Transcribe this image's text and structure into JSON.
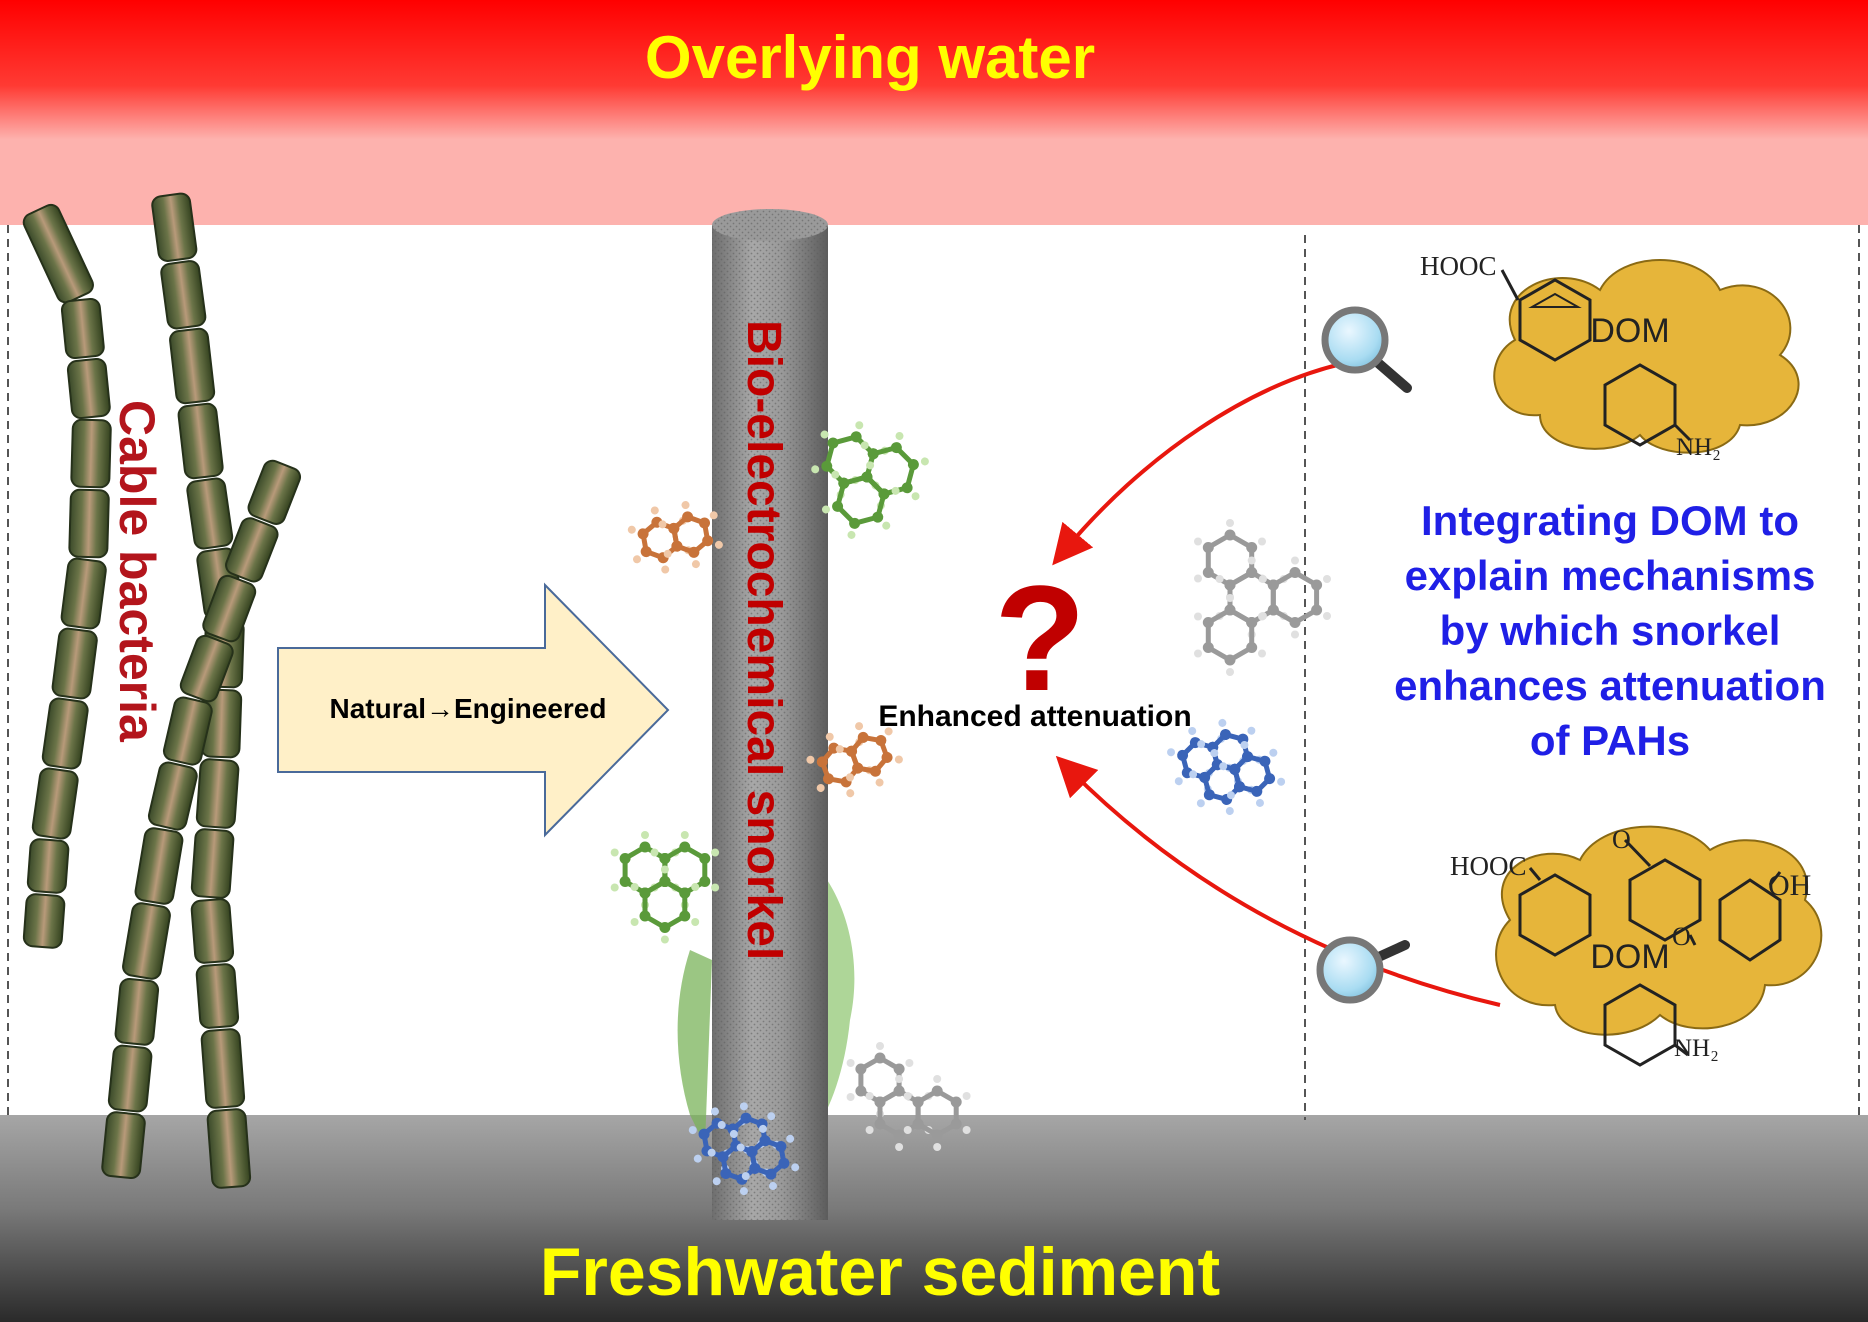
{
  "zones": {
    "top": "Overlying water",
    "bottom": "Freshwater sediment"
  },
  "labels": {
    "cable_bacteria": "Cable bacteria",
    "snorkel": "Bio-electrochemical snorkel",
    "transition": "Natural→Engineered",
    "question": "?",
    "attenuation": "Enhanced attenuation"
  },
  "dom_top": {
    "name": "DOM",
    "group_1": "HOOC",
    "group_2": "NH₂"
  },
  "dom_bottom": {
    "name": "DOM",
    "group_1": "HOOC",
    "group_2": "OH",
    "group_3": "NH₂"
  },
  "integration_text": [
    "Integrating DOM to",
    "explain mechanisms",
    "by which snorkel",
    "enhances attenuation",
    "of PAHs"
  ],
  "colors": {
    "top_red": "#ff0000",
    "top_pink": "#fdb2ae",
    "title_yellow": "#ffff00",
    "sediment_top": "#a6a6a6",
    "sediment_bottom": "#2a2a2a",
    "dark_red": "#c00000",
    "blue_text": "#1f1fe6",
    "dom_gold": "#e6b53a",
    "arrow_fill": "#fff0c8"
  },
  "icons": [
    "magnifier-icon",
    "pah-molecule-icon",
    "bacteria-filament-icon"
  ]
}
